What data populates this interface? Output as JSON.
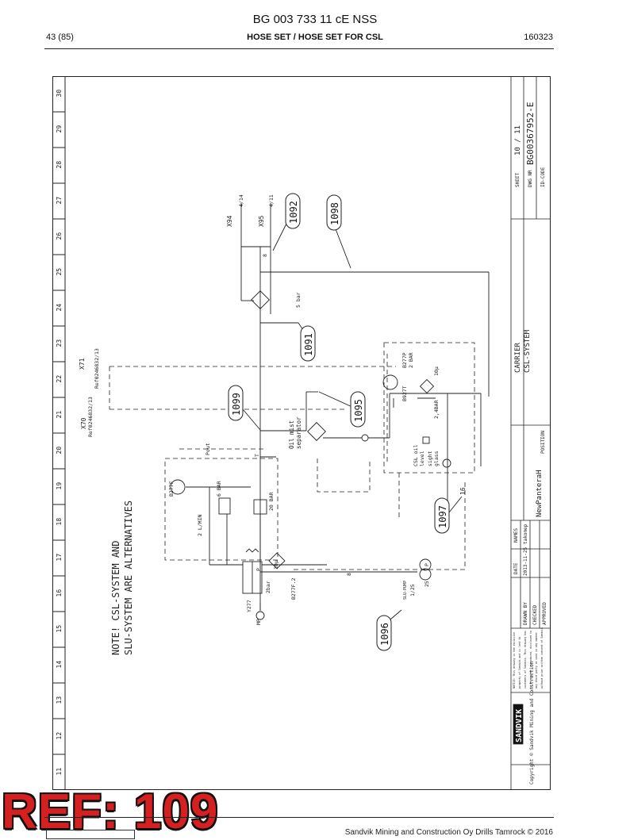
{
  "header": {
    "title": "BG 003 733 11 cE NSS",
    "page": "43 (85)",
    "subtitle": "HOSE SET / HOSE SET FOR CSL",
    "date": "160323"
  },
  "ruler": [
    "11",
    "12",
    "13",
    "14",
    "15",
    "16",
    "17",
    "18",
    "19",
    "20",
    "21",
    "22",
    "23",
    "24",
    "25",
    "26",
    "27",
    "28",
    "29",
    "30"
  ],
  "note": {
    "line1": "NOTE! CSL-SYSTEM AND",
    "line2": "SLU-SYSTEM ARE ALTERNATIVES"
  },
  "callouts": {
    "c1092": "1092",
    "c1098": "1098",
    "c1091": "1091",
    "c1099": "1099",
    "c1095": "1095",
    "c1097": "1097",
    "c1096": "1096"
  },
  "labels": {
    "x94": "X94",
    "x95": "X95",
    "x94_ref": "4/14",
    "x95_ref": "4/11",
    "x70": "X70",
    "x71": "X71",
    "x70_ref": "Ref0246832/13",
    "x71_ref": "Ref0246832/13",
    "five_bar": "5 bar",
    "eight_a": "8",
    "pout": "Pout",
    "t_mark": "T",
    "oil_mist_1": "Oil mist",
    "oil_mist_2": "separator",
    "b277p": "B277P",
    "two_bar_a": "2 BAR",
    "ten_mu_a": "10µ",
    "b927t": "B927T",
    "two_4bar": "2,4BAR",
    "csl_oil_1": "CSL oil",
    "csl_oil_2": "level",
    "sight_1": "sight",
    "sight_2": "glass",
    "sixteen": "16",
    "b277f": "B277F",
    "six_bar": "6 BAR",
    "two_lmin": "2 L/MIN",
    "twenty_bar": "20 BAR",
    "y277": "Y277",
    "two_bar_b": "2bar",
    "ten_mu_b": "10µ",
    "b277f2": "B277F.2",
    "p_mark": "P",
    "eight_b": "8",
    "mp": "MP",
    "slu_1": "SLU-PUMP",
    "slu_2": "1/25",
    "pump_25": "25",
    "pump_p": "P"
  },
  "titleblock": {
    "sheet_label": "SHEET",
    "sheet": "10 / 11",
    "dwg_label": "DWG NR",
    "dwg": "BG00367952-E",
    "idcode_label": "ID-CODE",
    "carrier": "CARRIER",
    "system": "CSL-SYSTEM",
    "position_label": "POSITION",
    "product": "NewPanteraH",
    "names_label": "NAMES",
    "date_label": "DATE",
    "drawn_by": "DRAWN BY",
    "drawn_date": "2013-11-25",
    "drawn_name": "takomep",
    "checked": "CHECKED",
    "approved": "APPROVED",
    "notice_1": "NOTICE: This drawing is the exclusive",
    "notice_2": "property of Sandvik and is lent to",
    "notice_3": "customers of Sandvik. This drawing has",
    "notice_4": "to be copied, reproduced, disclosed to",
    "notice_5": "any third party or used in any manner",
    "notice_6": "without prior written consent of Sandvik.",
    "brand": "SANDVIK",
    "copyright": "Copyright © Sandvik Mining and Construction"
  },
  "ref": "REF: 109",
  "footer": "Sandvik Mining and Construction Oy Drills Tamrock © 2016"
}
